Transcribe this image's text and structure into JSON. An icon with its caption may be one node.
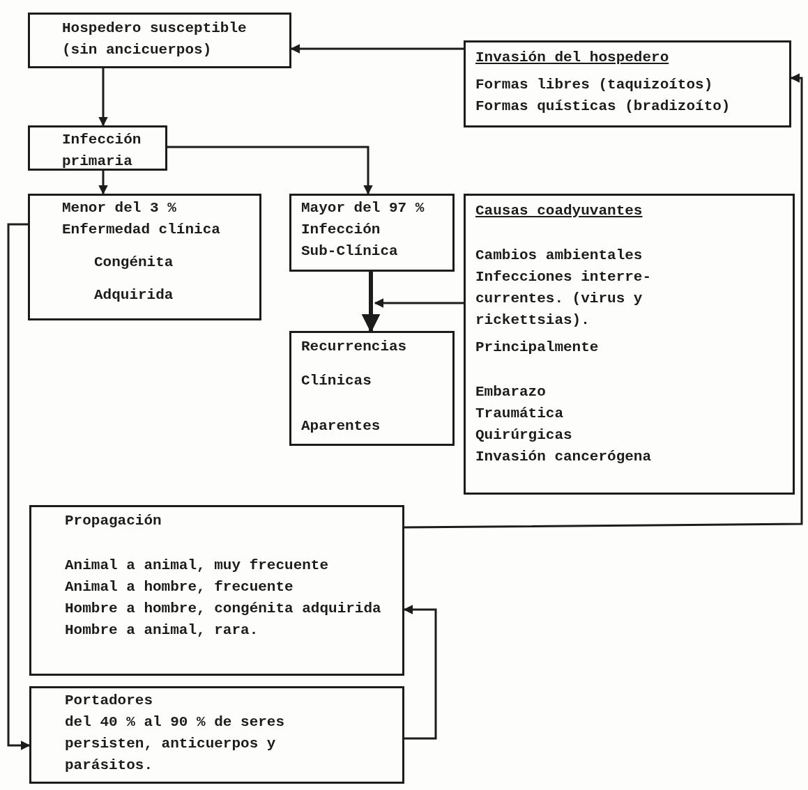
{
  "diagram": {
    "nodes": [
      {
        "text": [
          "Hospedero susceptible (sin ancicuerpos)"
        ]
      },
      {
        "text": [
          "Invasión del hospedero",
          "Formas libres (taquizoítos)",
          "Formas quísticas (bradizoíto)"
        ]
      },
      {
        "text": [
          "Infección primaria"
        ]
      },
      {
        "text": [
          "Menor del 3 %",
          "Enfermedad clínica",
          "Congénita",
          "Adquirida"
        ]
      },
      {
        "text": [
          "Mayor del 97 %",
          "Infección",
          "Sub-Clínica"
        ]
      },
      {
        "text": [
          "Recurrencias",
          "Clínicas",
          "Aparentes"
        ]
      },
      {
        "text": [
          "Causas coadyuvantes",
          "Cambios ambientales",
          "Infecciones interre- currentes. (virus y rickettsias).",
          "Principalmente",
          "Embarazo",
          "Traumática",
          "Quirúrgicas",
          "Invasión cancerógena"
        ]
      },
      {
        "text": [
          "Propagación",
          "Animal a animal, muy frecuente",
          "Animal a hombre, frecuente",
          "Hombre a hombre, congénita adquirida",
          "Hombre a animal, rara."
        ]
      },
      {
        "text": [
          "Portadores",
          "del 40 % al 90 % de seres persisten, anticuerpos y parásitos."
        ]
      }
    ],
    "edges": [
      {
        "from": 0,
        "to": 2,
        "arrow": "to"
      },
      {
        "from": 1,
        "to": 0,
        "arrow": "to"
      },
      {
        "from": 2,
        "to": 3,
        "arrow": "to"
      },
      {
        "from": 2,
        "to": 4,
        "arrow": "to"
      },
      {
        "from": 4,
        "to": 5,
        "arrow": "to",
        "style": "thick"
      },
      {
        "from": 6,
        "to": null,
        "arrow": "to"
      },
      {
        "from": 3,
        "to": 8,
        "arrow": "to"
      },
      {
        "from": 7,
        "to": 1,
        "arrow": "to"
      },
      {
        "from": 8,
        "to": 7,
        "arrow": "to"
      }
    ]
  }
}
